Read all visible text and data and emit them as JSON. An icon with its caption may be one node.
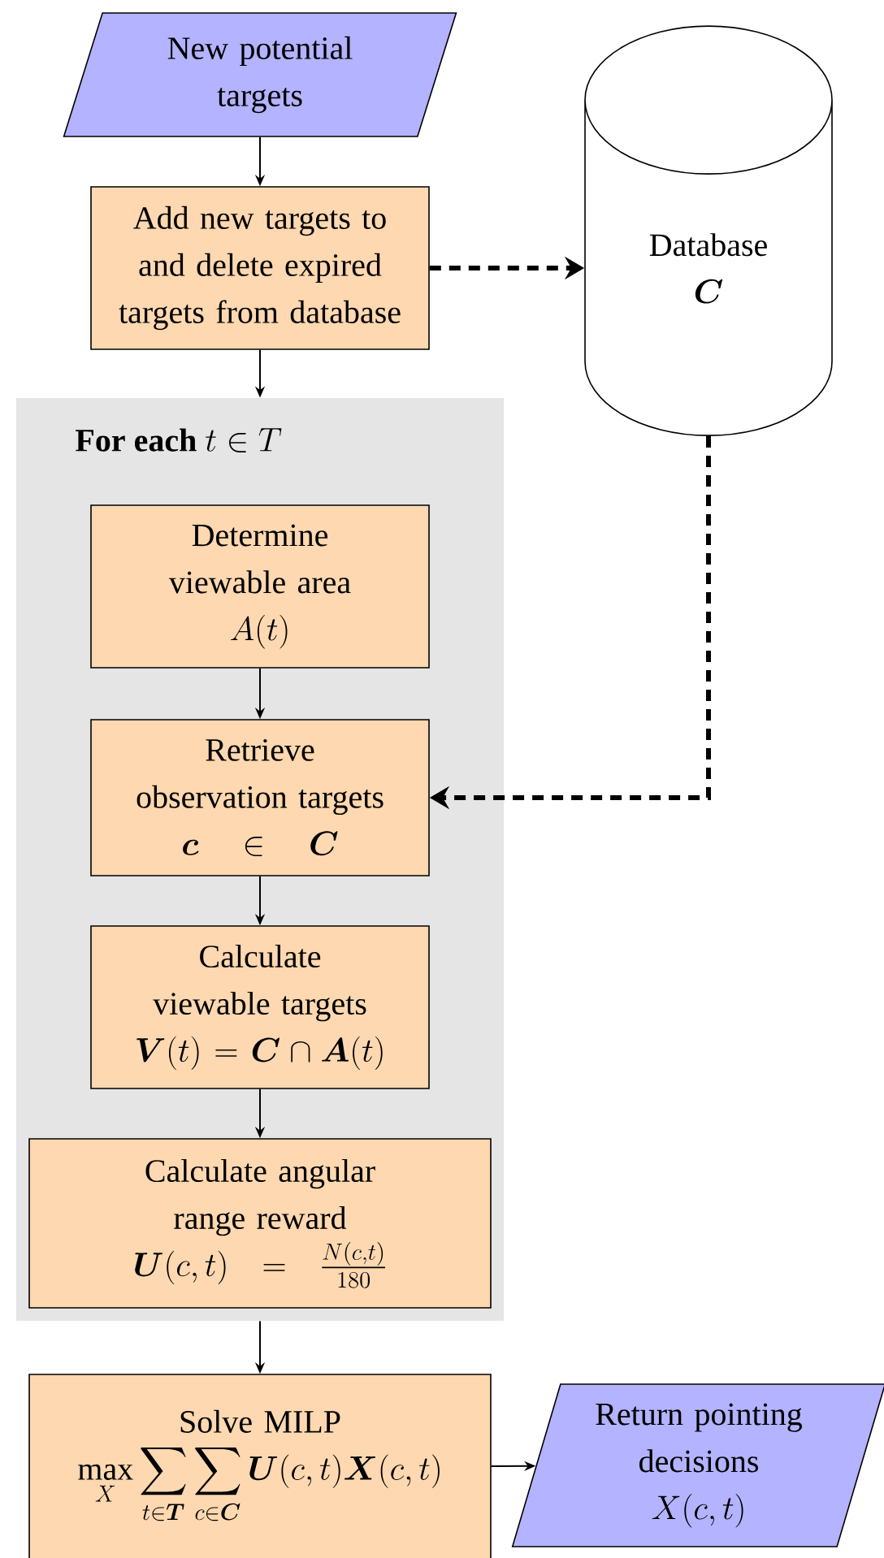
{
  "diagram": {
    "nodes": [
      {
        "text": [
          "New potential targets"
        ]
      },
      {
        "text": [
          "Add new targets to and delete expired targets from database"
        ]
      },
      {
        "text": [
          "Database",
          "\\bm{C}"
        ]
      },
      {
        "text": [
          "For each",
          "t \\in T"
        ]
      },
      {
        "text": [
          "Determine viewable area",
          "A(t)"
        ],
        "in": 3
      },
      {
        "text": [
          "Retrieve observation targets",
          "\\bm{c} \\;\\in\\; \\bm{C}"
        ],
        "in": 3
      },
      {
        "text": [
          "Calculate viewable targets",
          "\\bm{V}(t) = \\bm{C} \\cap \\bm{A}(t)"
        ],
        "in": 3
      },
      {
        "text": [
          "Calculate angular range reward",
          "\\bm{U}(c,t) \\;=\\; \\frac{N(c,t)}{180}"
        ],
        "in": 3
      },
      {
        "text": [
          "Solve MILP",
          "\\max_{X} \\sum_{t\\in \\bm{T}} \\sum_{c\\in \\bm{C}} \\bm{U}(c,t) \\bm{X}(c,t)"
        ]
      },
      {
        "text": [
          "Return pointing decisions",
          "X(c,t)"
        ]
      }
    ],
    "edges": [
      {
        "from": 0,
        "to": 1,
        "arrow": "to"
      },
      {
        "from": 1,
        "to": 2,
        "arrow": "to",
        "style": "dashed"
      },
      {
        "from": 1,
        "to": 3,
        "arrow": "to"
      },
      {
        "from": 4,
        "to": 5,
        "arrow": "to"
      },
      {
        "from": 2,
        "to": 5,
        "arrow": "to",
        "style": "dashed"
      },
      {
        "from": 5,
        "to": 6,
        "arrow": "to"
      },
      {
        "from": 6,
        "to": 7,
        "arrow": "to"
      },
      {
        "from": 3,
        "to": 8,
        "arrow": "to"
      },
      {
        "from": 8,
        "to": 9,
        "arrow": "to"
      }
    ]
  }
}
